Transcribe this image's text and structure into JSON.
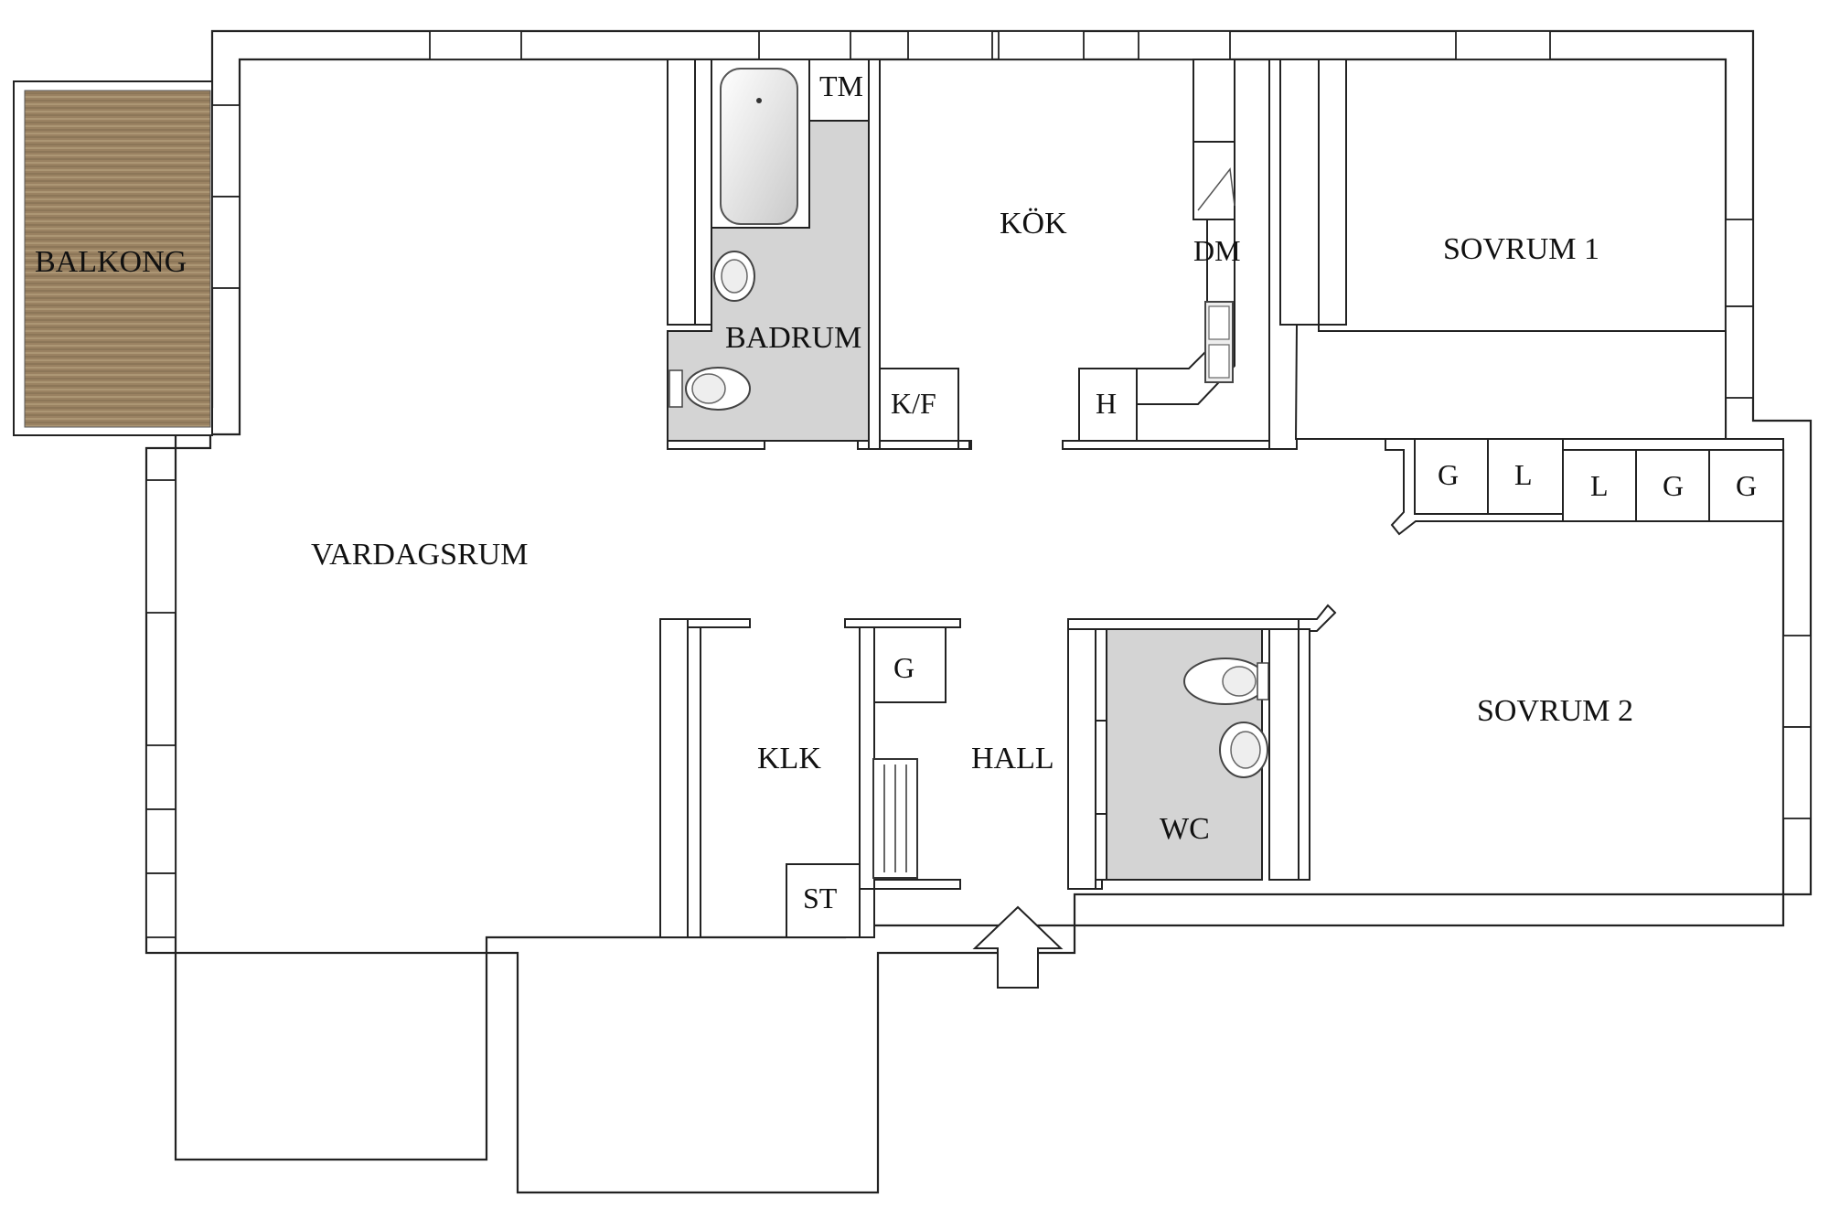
{
  "plan": {
    "rooms": {
      "balkong": "BALKONG",
      "vardagsrum": "VARDAGSRUM",
      "badrum": "BADRUM",
      "kok": "KÖK",
      "sovrum1": "SOVRUM 1",
      "sovrum2": "SOVRUM 2",
      "klk": "KLK",
      "hall": "HALL",
      "wc": "WC"
    },
    "fixtures": {
      "tm": "TM",
      "dm": "DM",
      "kf": "K/F",
      "h": "H",
      "g_hall": "G",
      "st": "ST",
      "wardrobe": [
        "G",
        "L",
        "L",
        "G",
        "G"
      ]
    },
    "colors": {
      "wall_fill": "#ffffff",
      "wall_stroke": "#222222",
      "wet_room": "#d4d4d4",
      "balcony_wood": "#9a8262"
    },
    "icons": [
      "entrance-arrow-icon",
      "bathtub-icon",
      "sink-icon",
      "toilet-icon",
      "kitchen-sink-icon",
      "stove-icon",
      "radiator-icon"
    ]
  }
}
